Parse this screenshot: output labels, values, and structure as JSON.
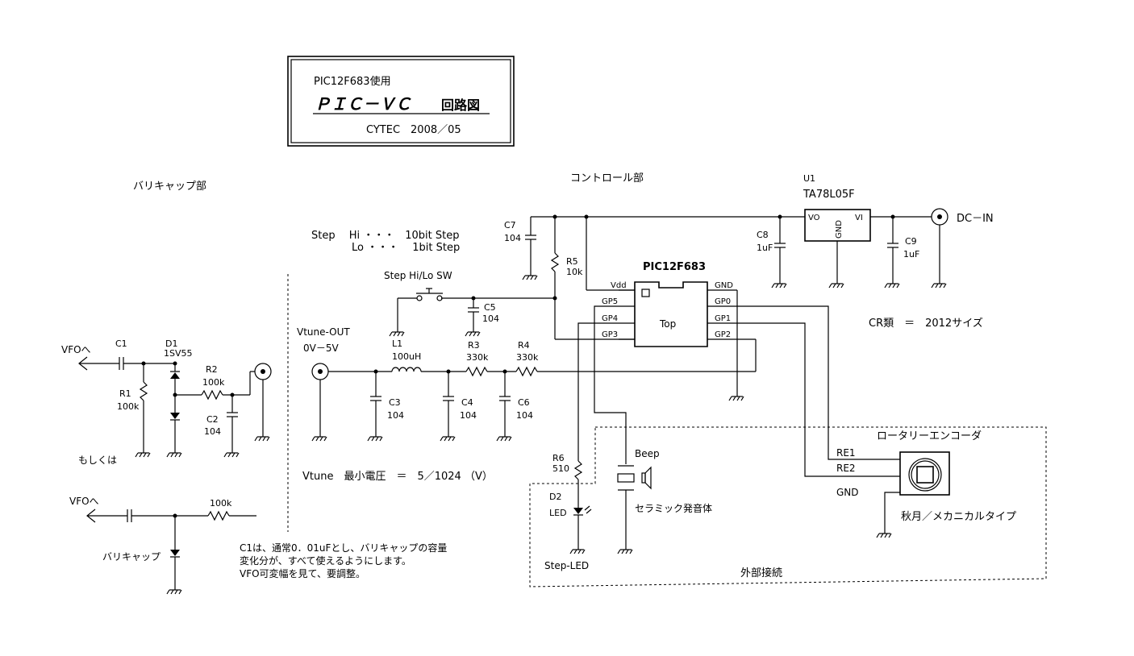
{
  "title_box": {
    "line1": "PIC12F683使用",
    "line2": "ＰＩＣ－ＶＣ",
    "line2b": "回路図",
    "line3": "CYTEC　2008／05"
  },
  "sections": {
    "varicap": "バリキャップ部",
    "control": "コントロール部",
    "rotary": "ロータリーエンコーダ",
    "external": "外部接続"
  },
  "notes": {
    "step_line1": "Step　 Hi ・・・　10bit  Step",
    "step_line2": "Lo ・・・　 1bit  Step",
    "step_sw": "Step Hi/Lo SW",
    "cr": "CR類　＝　2012サイズ",
    "vtune_min": "Vtune　最小電圧　＝　5／1024 （V）",
    "moshikuha": "もしくは",
    "c1_note1": "C1は、通常0．01uFとし、バリキャップの容量",
    "c1_note2": "変化分が、すべて使えるようにします。",
    "c1_note3": "VFO可変幅を見て、要調整。",
    "vtune_out1": "Vtune-OUT",
    "vtune_out2": "0V－5V",
    "dc_in": "DC－IN"
  },
  "vfo": {
    "label1": "VFOへ",
    "label2": "VFOへ",
    "varicap": "バリキャップ"
  },
  "ic": {
    "name": "PIC12F683",
    "top": "Top",
    "pins": {
      "vdd": "Vdd",
      "gp5": "GP5",
      "gp4": "GP4",
      "gp3": "GP3",
      "gnd": "GND",
      "gp0": "GP0",
      "gp1": "GP1",
      "gp2": "GP2"
    }
  },
  "regulator": {
    "ref": "U1",
    "part": "TA78L05F",
    "vo": "VO",
    "gnd": "GND",
    "vi": "VI"
  },
  "components": {
    "c1": "C1",
    "d1_ref": "D1",
    "d1_val": "1SV55",
    "r1_ref": "R1",
    "r1_val": "100k",
    "r2_ref": "R2",
    "r2_val": "100k",
    "c2_ref": "C2",
    "c2_val": "104",
    "l1_ref": "L1",
    "l1_val": "100uH",
    "r3_ref": "R3",
    "r3_val": "330k",
    "r4_ref": "R4",
    "r4_val": "330k",
    "c3_ref": "C3",
    "c3_val": "104",
    "c4_ref": "C4",
    "c4_val": "104",
    "c6_ref": "C6",
    "c6_val": "104",
    "c5_ref": "C5",
    "c5_val": "104",
    "c7_ref": "C7",
    "c7_val": "104",
    "r5_ref": "R5",
    "r5_val": "10k",
    "c8_ref": "C8",
    "c8_val": "1uF",
    "c9_ref": "C9",
    "c9_val": "1uF",
    "r6_ref": "R6",
    "r6_val": "510",
    "d2_ref": "D2",
    "d2_val": "LED",
    "step_led": "Step-LED",
    "beep": "Beep",
    "buzzer": "セラミック発音体",
    "alt_r": "100k"
  },
  "encoder": {
    "re1": "RE1",
    "re2": "RE2",
    "gnd": "GND",
    "type": "秋月／メカニカルタイプ"
  }
}
